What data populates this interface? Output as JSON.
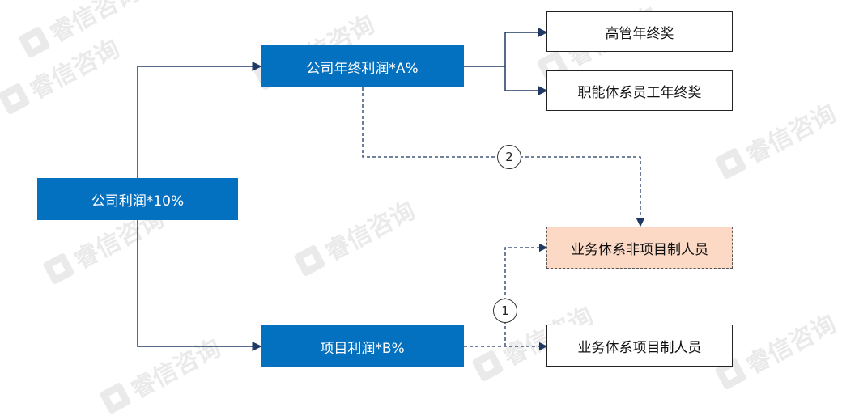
{
  "watermark": "睿信咨询",
  "nodes": {
    "company_profit": "公司利润*10%",
    "year_end_profit": "公司年终利润*A%",
    "project_profit": "项目利润*B%",
    "executive_bonus": "高管年终奖",
    "functional_bonus": "职能体系员工年终奖",
    "business_non_project": "业务体系非项目制人员",
    "business_project": "业务体系项目制人员"
  },
  "markers": {
    "one": "1",
    "two": "2"
  },
  "colors": {
    "primary": "#0470c0",
    "highlight": "#fbd9c5",
    "line": "#1f3864"
  }
}
